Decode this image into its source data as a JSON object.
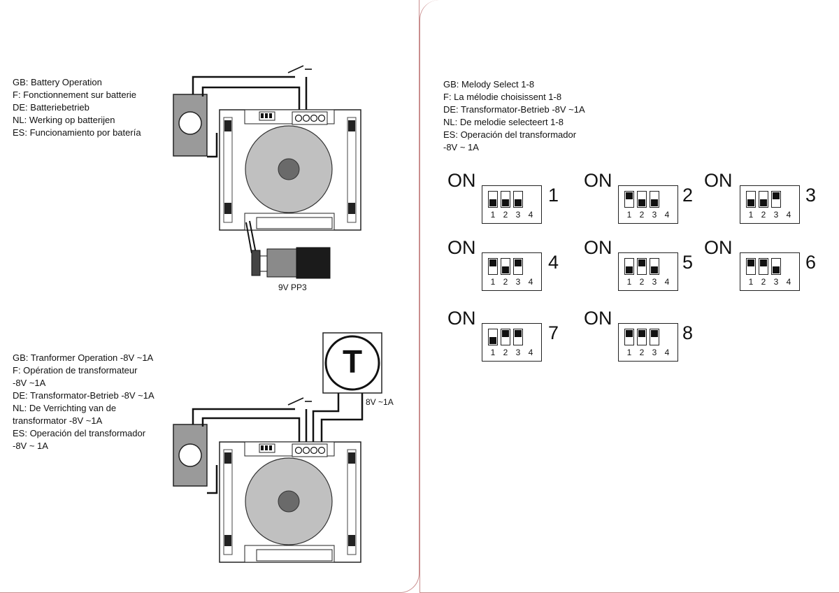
{
  "battery_section": {
    "lines": [
      "GB: Battery Operation",
      "F: Fonctionnement sur batterie",
      "DE: Batteriebetrieb",
      "NL: Werking op batterijen",
      "ES: Funcionamiento por batería"
    ],
    "battery_label": "9V PP3"
  },
  "transformer_section": {
    "lines": [
      "GB: Tranformer Operation -8V ~1A",
      "F: Opération de transformateur",
      "-8V ~1A",
      "DE: Transformator-Betrieb -8V ~1A",
      "NL: De Verrichting van de",
      "transformator -8V ~1A",
      "ES: Operación del transformador",
      "-8V ~ 1A"
    ],
    "transformer_symbol": "T",
    "transformer_label": "8V ~1A"
  },
  "melody_section": {
    "lines": [
      "GB: Melody Select 1-8",
      "F: La mélodie choisissent 1-8",
      "DE: Transformator-Betrieb -8V ~1A",
      "NL: De melodie selecteert 1-8",
      "ES: Operación del transformador",
      "-8V ~ 1A"
    ],
    "on_label": "ON",
    "switch_numbers": [
      "1",
      "2",
      "3",
      "4"
    ],
    "settings": [
      {
        "melody": "1",
        "switches": [
          "off",
          "off",
          "off"
        ]
      },
      {
        "melody": "2",
        "switches": [
          "on",
          "off",
          "off"
        ]
      },
      {
        "melody": "3",
        "switches": [
          "off",
          "off",
          "on"
        ]
      },
      {
        "melody": "4",
        "switches": [
          "on",
          "off",
          "on"
        ]
      },
      {
        "melody": "5",
        "switches": [
          "off",
          "on",
          "off"
        ]
      },
      {
        "melody": "6",
        "switches": [
          "on",
          "on",
          "off"
        ]
      },
      {
        "melody": "7",
        "switches": [
          "off",
          "on",
          "on"
        ]
      },
      {
        "melody": "8",
        "switches": [
          "on",
          "on",
          "on"
        ]
      }
    ]
  }
}
